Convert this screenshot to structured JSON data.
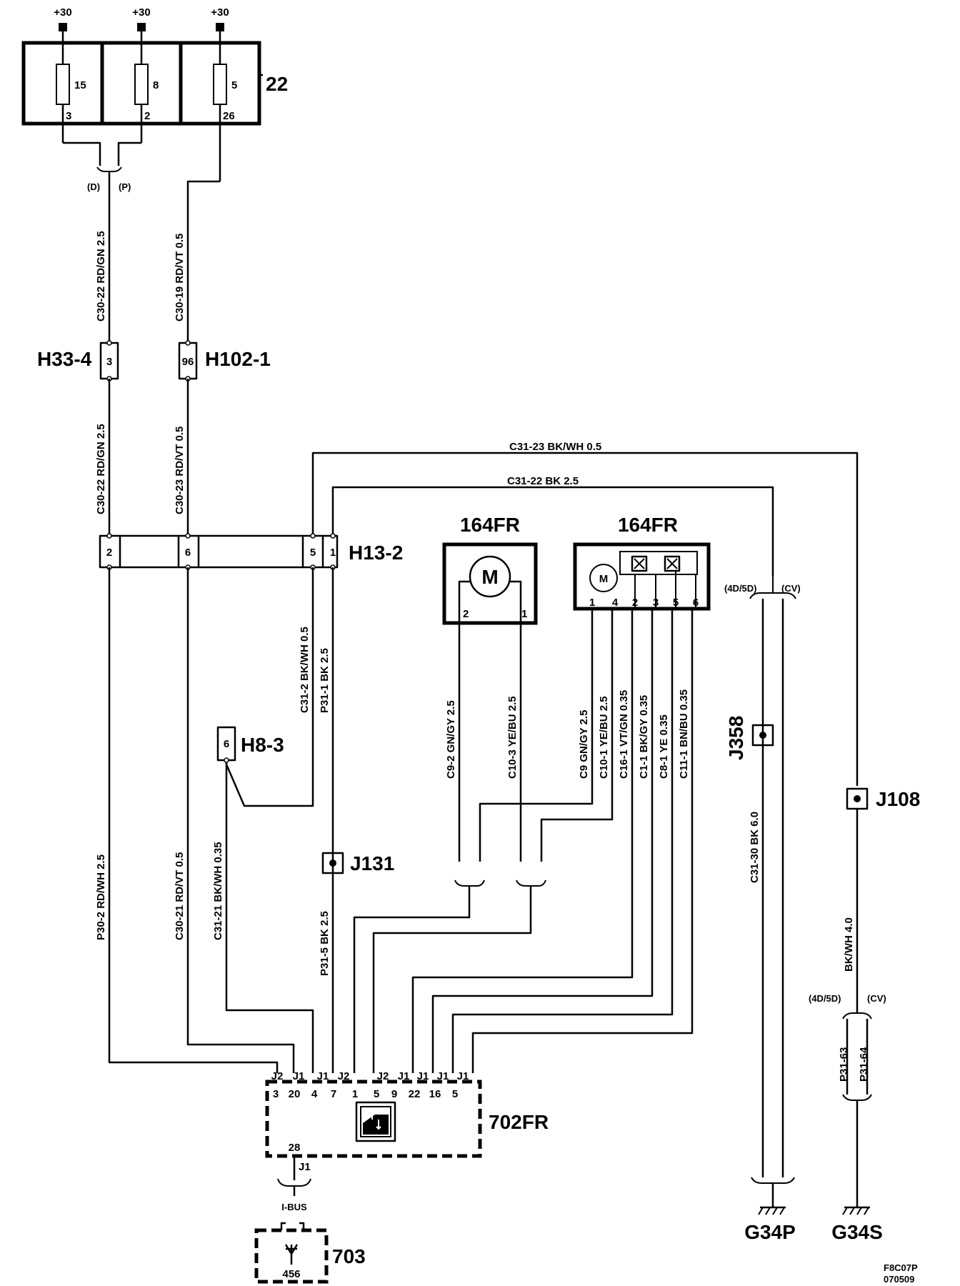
{
  "diagram": {
    "supply": [
      "+30",
      "+30",
      "+30"
    ],
    "fuse_block": {
      "id": "22",
      "fuses": [
        {
          "number": "15",
          "terminal": "3"
        },
        {
          "number": "8",
          "terminal": "2"
        },
        {
          "number": "5",
          "terminal": "26"
        }
      ]
    },
    "variants": {
      "d": "(D)",
      "p": "(P)",
      "d45": "(4D/5D)",
      "cv": "(CV)"
    },
    "connectors": {
      "h33_4": {
        "label": "H33-4",
        "pin": "3"
      },
      "h102_1": {
        "label": "H102-1",
        "pin": "96"
      },
      "h13_2": {
        "label": "H13-2",
        "pins": [
          "2",
          "6",
          "5",
          "1"
        ]
      },
      "h8_3": {
        "label": "H8-3",
        "pin": "6"
      }
    },
    "splices": {
      "j131": "J131",
      "j358": "J358",
      "j108": "J108"
    },
    "wires": {
      "w1_upper": "C30-22  RD/GN  2.5",
      "w2_upper": "C30-19  RD/VT  0.5",
      "w1_mid": "C30-22  RD/GN  2.5",
      "w2_mid": "C30-23  RD/VT  0.5",
      "top1": "C31-23  BK/WH  0.5",
      "top2": "C31-22  BK  2.5",
      "h13_5": "C31-2  BK/WH  0.5",
      "h13_1": "P31-1  BK  2.5",
      "p30_2": "P30-2  RD/WH 2.5",
      "c30_21": "C30-21  RD/VT  0.5",
      "c31_21": "C31-21  BK/WH  0.35",
      "p31_5": "P31-5 BK  2.5",
      "c9_2": "C9-2  GN/GY  2.5",
      "c10_3": "C10-3  YE/BU  2.5",
      "c9": "C9  GN/GY  2.5",
      "c10_1": "C10-1  YE/BU  2.5",
      "c16_1": "C16-1  VT/GN  0.35",
      "c1_1": "C1-1  BK/GY  0.35",
      "c8_1": "C8-1  YE  0.35",
      "c11_1": "C11-1  BN/BU  0.35",
      "c31_30": "C31-30  BK  6.0",
      "bkwh": "BK/WH  4.0",
      "p31_63": "P31-63",
      "p31_64": "P31-64"
    },
    "motor_left": {
      "label": "164FR",
      "motor": "M",
      "pins": [
        "2",
        "1"
      ]
    },
    "motor_right": {
      "label": "164FR",
      "motor": "M",
      "pins": [
        "1",
        "4",
        "2",
        "3",
        "5",
        "6"
      ]
    },
    "module": {
      "label": "702FR",
      "connectors": [
        "J2",
        "J1",
        "J1",
        "J2",
        "J2",
        "J1",
        "J1",
        "J1",
        "J1"
      ],
      "pins": [
        "3",
        "20",
        "4",
        "7",
        "1",
        "5",
        "9",
        "22",
        "16",
        "5"
      ],
      "bottom_pin": "28",
      "bottom_connector": "J1"
    },
    "bus": "I-BUS",
    "unit_703": {
      "label": "703",
      "pin": "456"
    },
    "grounds": {
      "g34p": "G34P",
      "g34s": "G34S"
    },
    "figure_code": "F8C07P",
    "figure_date": "070509"
  }
}
